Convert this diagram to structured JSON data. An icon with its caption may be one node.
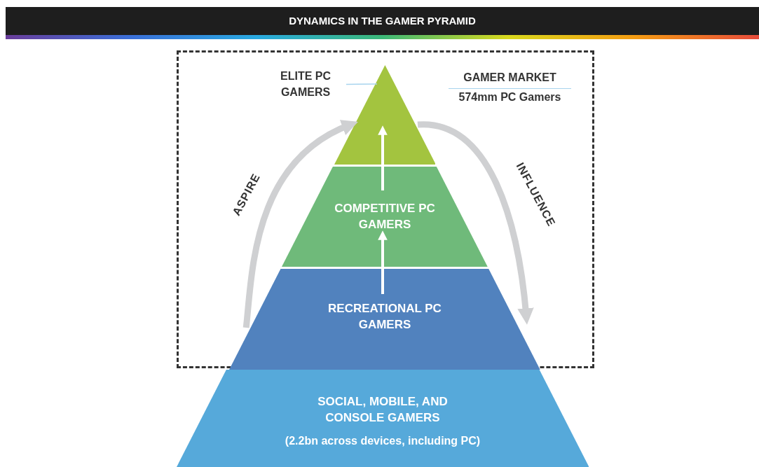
{
  "diagram": {
    "title": "DYNAMICS IN THE GAMER PYRAMID",
    "nodes": [
      {
        "text": [],
        "shape": "box"
      },
      {
        "text": [
          "ELITE PC GAMERS"
        ],
        "in": 0
      },
      {
        "text": [],
        "shape": "triangle",
        "in": 0
      },
      {
        "text": [
          "COMPETITIVE PC GAMERS"
        ],
        "in": 0
      },
      {
        "text": [
          "RECREATIONAL PC GAMERS"
        ],
        "in": 0
      },
      {
        "text": [
          "SOCIAL, MOBILE, AND CONSOLE GAMERS",
          "(2.2bn across devices, including PC)"
        ]
      }
    ],
    "edges": [
      {
        "from": 1,
        "to": 2,
        "arrow": "none",
        "color": "#a8d4ee"
      },
      {
        "from": 4,
        "to": 3,
        "arrow": "to",
        "color": "#ffffff"
      },
      {
        "from": 3,
        "to": 2,
        "arrow": "to",
        "color": "#ffffff"
      },
      {
        "from": 4,
        "to": 2,
        "arrow": "to",
        "label": "ASPIRE",
        "style": "thick",
        "color": "#cfd0d2"
      },
      {
        "from": 2,
        "to": 4,
        "arrow": "to",
        "label": "INFLUENCE",
        "style": "thick",
        "color": "#cfd0d2"
      }
    ],
    "labels": [
      "GAMER MARKET",
      "574mm PC Gamers"
    ]
  }
}
